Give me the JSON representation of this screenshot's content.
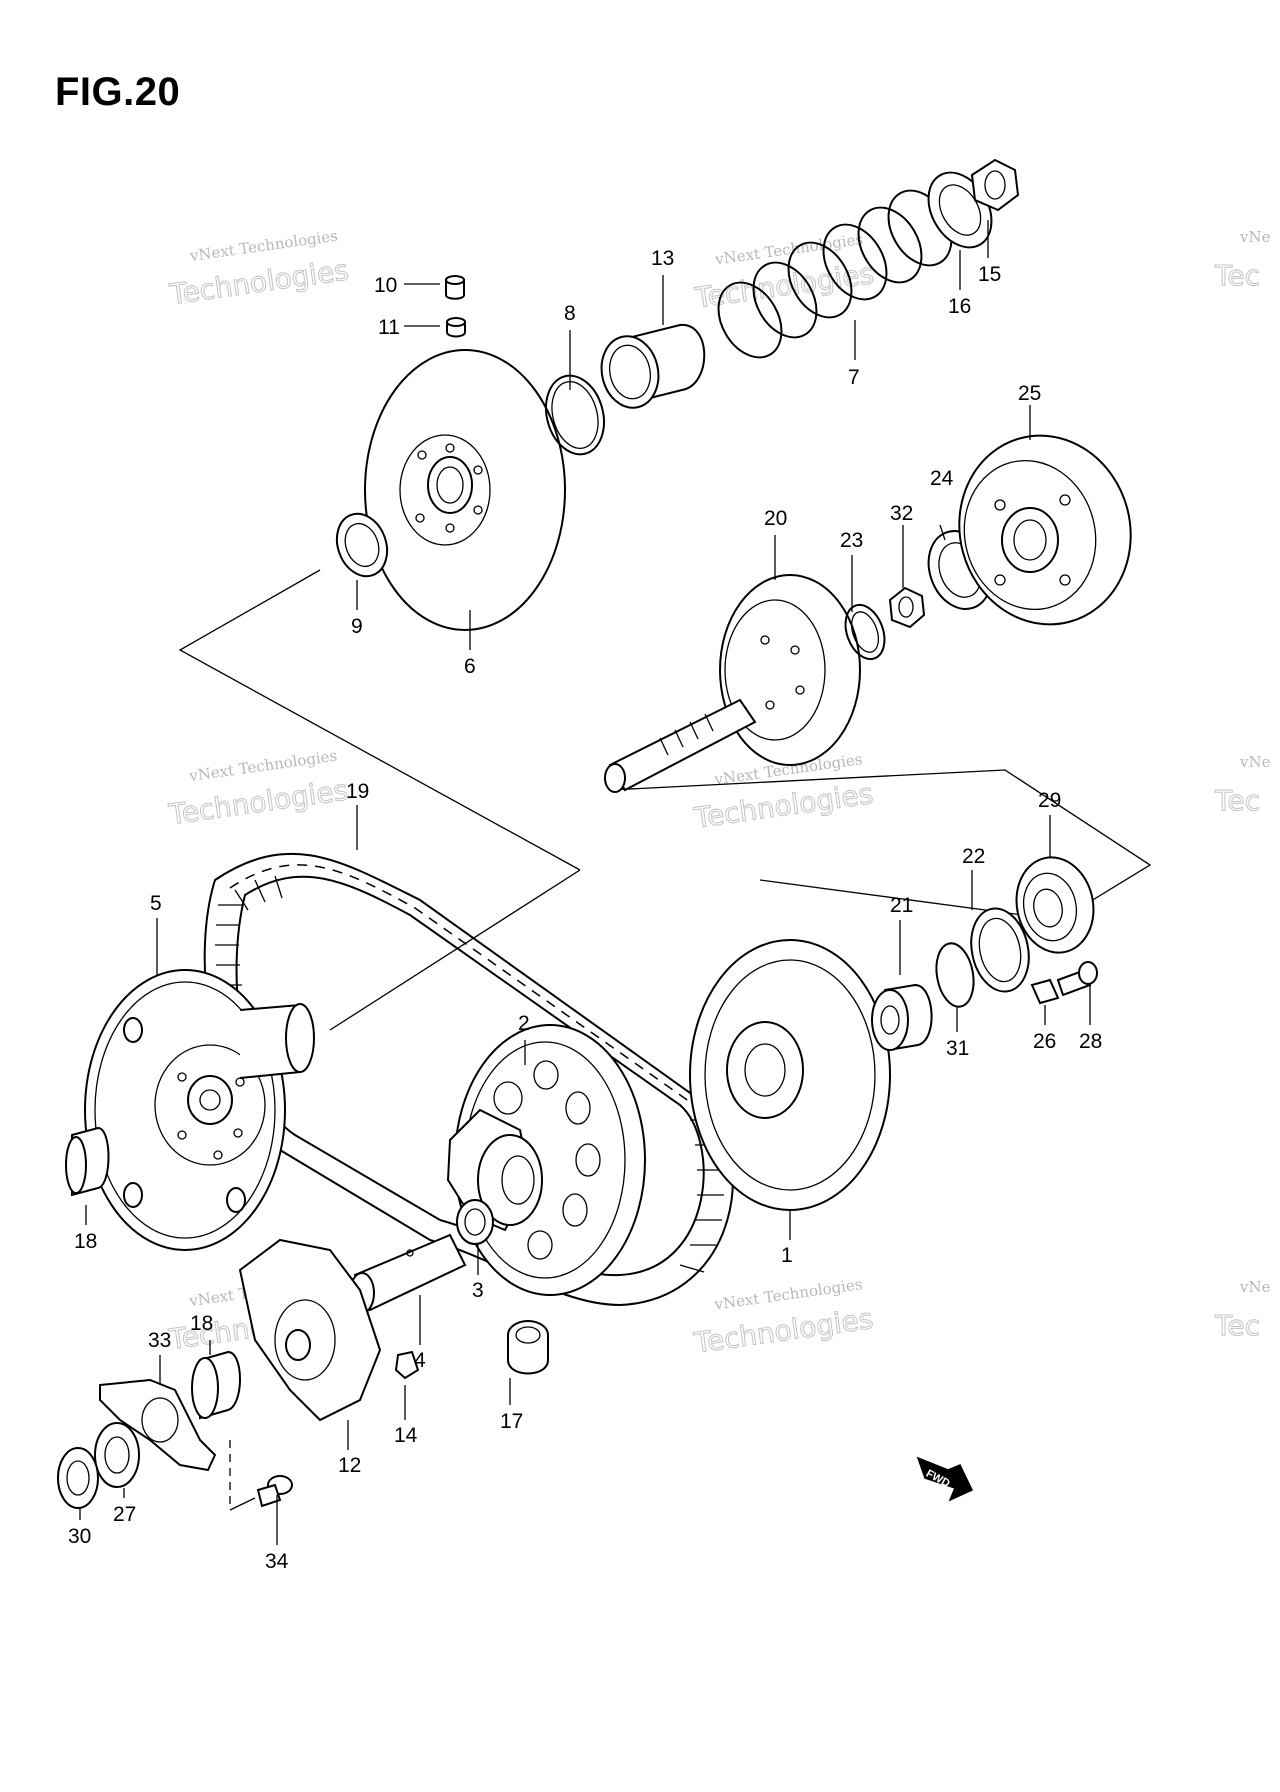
{
  "figure": {
    "title": "FIG.20"
  },
  "watermarks": [
    {
      "small": "vNext Technologies",
      "big": "Technologies"
    },
    {
      "small": "vNext Technologies",
      "big": "Technologies"
    },
    {
      "small": "vNext Technologies",
      "big": "Technologies"
    },
    {
      "small": "vNext Technologies",
      "big": "Technologies"
    },
    {
      "small": "vNext Technologies",
      "big": "Technologies"
    },
    {
      "small": "vNext Technologies",
      "big": "Technologies"
    }
  ],
  "watermark_edge": {
    "small": "vNe",
    "big": "Tec"
  },
  "fwd_label": "FWD",
  "callouts": [
    "1",
    "2",
    "3",
    "4",
    "5",
    "6",
    "7",
    "8",
    "9",
    "10",
    "11",
    "12",
    "13",
    "14",
    "15",
    "16",
    "17",
    "18",
    "18",
    "19",
    "20",
    "21",
    "22",
    "23",
    "24",
    "25",
    "26",
    "27",
    "28",
    "29",
    "30",
    "31",
    "32",
    "33",
    "34"
  ]
}
